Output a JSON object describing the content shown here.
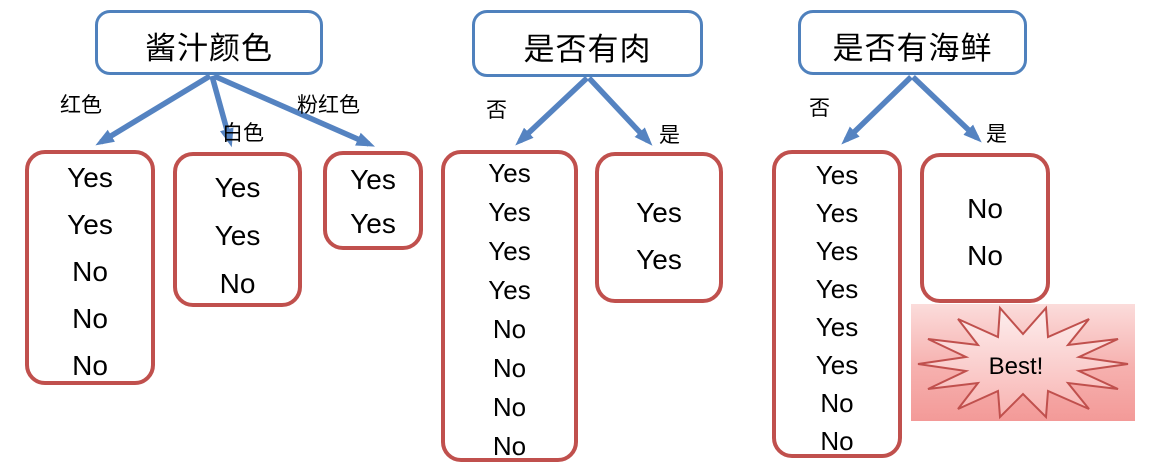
{
  "colors": {
    "node_border_blue": "#4f81bd",
    "leaf_border_red": "#c0504d",
    "arrow_blue": "#5583c1",
    "badge_pink_top": "#fbdcdb",
    "badge_pink_bottom": "#f39a98"
  },
  "trees": [
    {
      "title": "酱汁颜色",
      "branches": [
        {
          "label": "红色",
          "values": [
            "Yes",
            "Yes",
            "No",
            "No",
            "No"
          ]
        },
        {
          "label": "白色",
          "values": [
            "Yes",
            "Yes",
            "No"
          ]
        },
        {
          "label": "粉红色",
          "values": [
            "Yes",
            "Yes"
          ]
        }
      ]
    },
    {
      "title": "是否有肉",
      "branches": [
        {
          "label": "否",
          "values": [
            "Yes",
            "Yes",
            "Yes",
            "Yes",
            "No",
            "No",
            "No",
            "No"
          ]
        },
        {
          "label": "是",
          "values": [
            "Yes",
            "Yes"
          ]
        }
      ]
    },
    {
      "title": "是否有海鲜",
      "branches": [
        {
          "label": "否",
          "values": [
            "Yes",
            "Yes",
            "Yes",
            "Yes",
            "Yes",
            "Yes",
            "No",
            "No"
          ]
        },
        {
          "label": "是",
          "values": [
            "No",
            "No"
          ]
        }
      ]
    }
  ],
  "badge": {
    "label": "Best!"
  }
}
